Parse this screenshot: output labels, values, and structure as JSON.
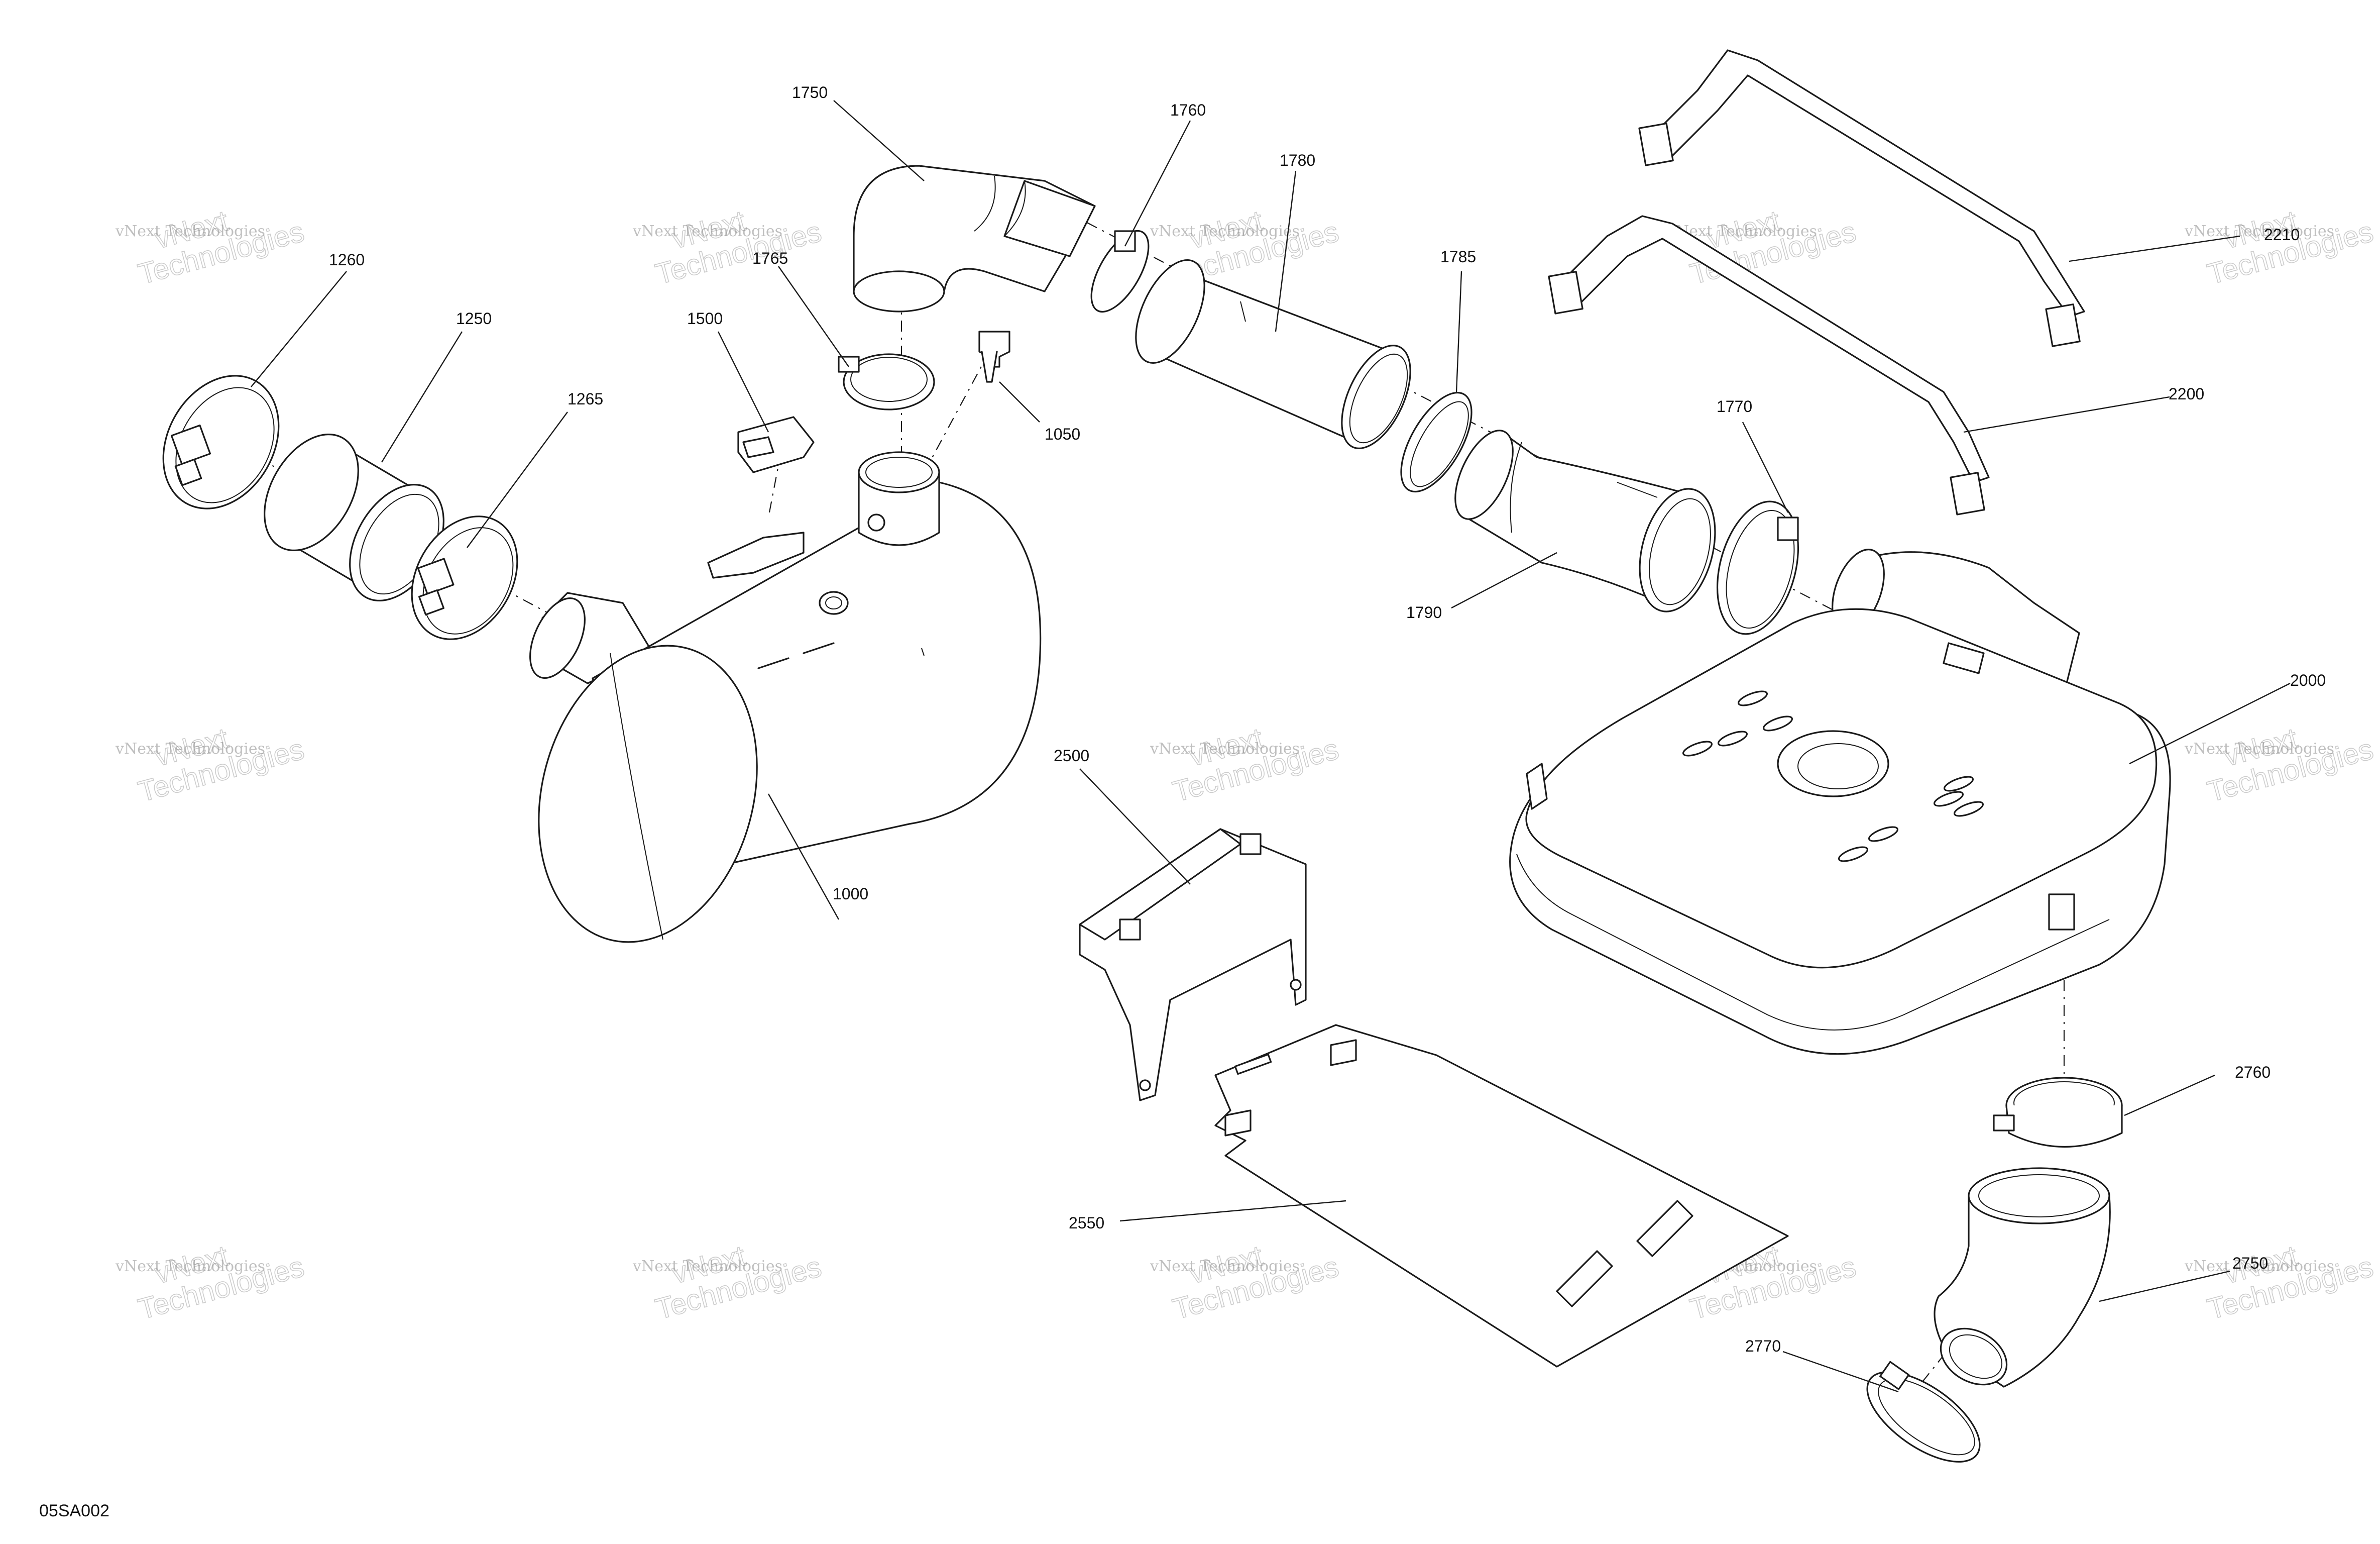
{
  "drawing_id": "05SA002",
  "watermark": {
    "line1": "vNext Technologies",
    "line2": "vNext",
    "line3": "Technologies"
  },
  "callouts": {
    "c1000": "1000",
    "c1050": "1050",
    "c1250": "1250",
    "c1260": "1260",
    "c1265": "1265",
    "c1500": "1500",
    "c1750": "1750",
    "c1760": "1760",
    "c1765": "1765",
    "c1770": "1770",
    "c1780": "1780",
    "c1785": "1785",
    "c1790": "1790",
    "c2000": "2000",
    "c2200": "2200",
    "c2210": "2210",
    "c2500": "2500",
    "c2550": "2550",
    "c2750": "2750",
    "c2760": "2760",
    "c2770": "2770"
  }
}
